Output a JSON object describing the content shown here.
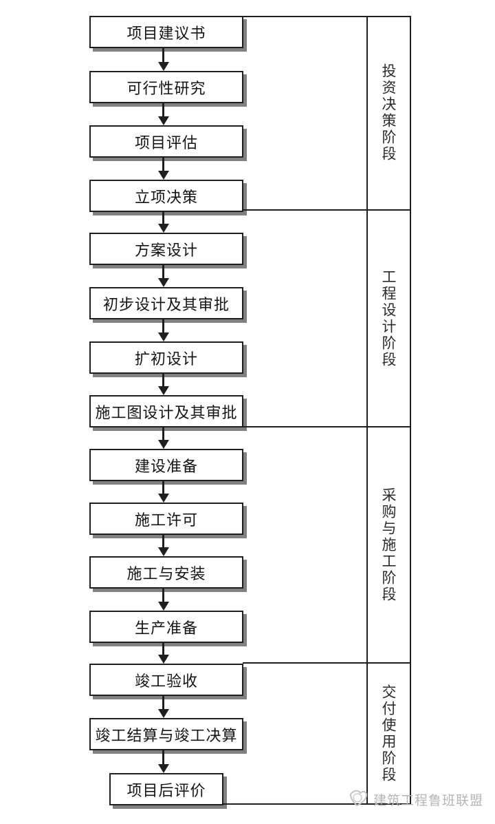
{
  "flow": {
    "steps": [
      {
        "label": "项目建议书"
      },
      {
        "label": "可行性研究"
      },
      {
        "label": "项目评估"
      },
      {
        "label": "立项决策"
      },
      {
        "label": "方案设计"
      },
      {
        "label": "初步设计及其审批"
      },
      {
        "label": "扩初设计"
      },
      {
        "label": "施工图设计及其审批"
      },
      {
        "label": "建设准备"
      },
      {
        "label": "施工许可"
      },
      {
        "label": "施工与安装"
      },
      {
        "label": "生产准备"
      },
      {
        "label": "竣工验收"
      },
      {
        "label": "竣工结算与竣工决算"
      },
      {
        "label": "项目后评价"
      }
    ]
  },
  "phases": [
    {
      "label": "投资决策阶段"
    },
    {
      "label": "工程设计阶段"
    },
    {
      "label": "采购与施工阶段"
    },
    {
      "label": "交付使用阶段"
    }
  ],
  "watermark": {
    "text": "建筑工程鲁班联盟"
  },
  "colors": {
    "line": "#1f1f1f",
    "box_shadow": "#818181",
    "watermark": "#b5b5b5",
    "background": "#ffffff"
  }
}
